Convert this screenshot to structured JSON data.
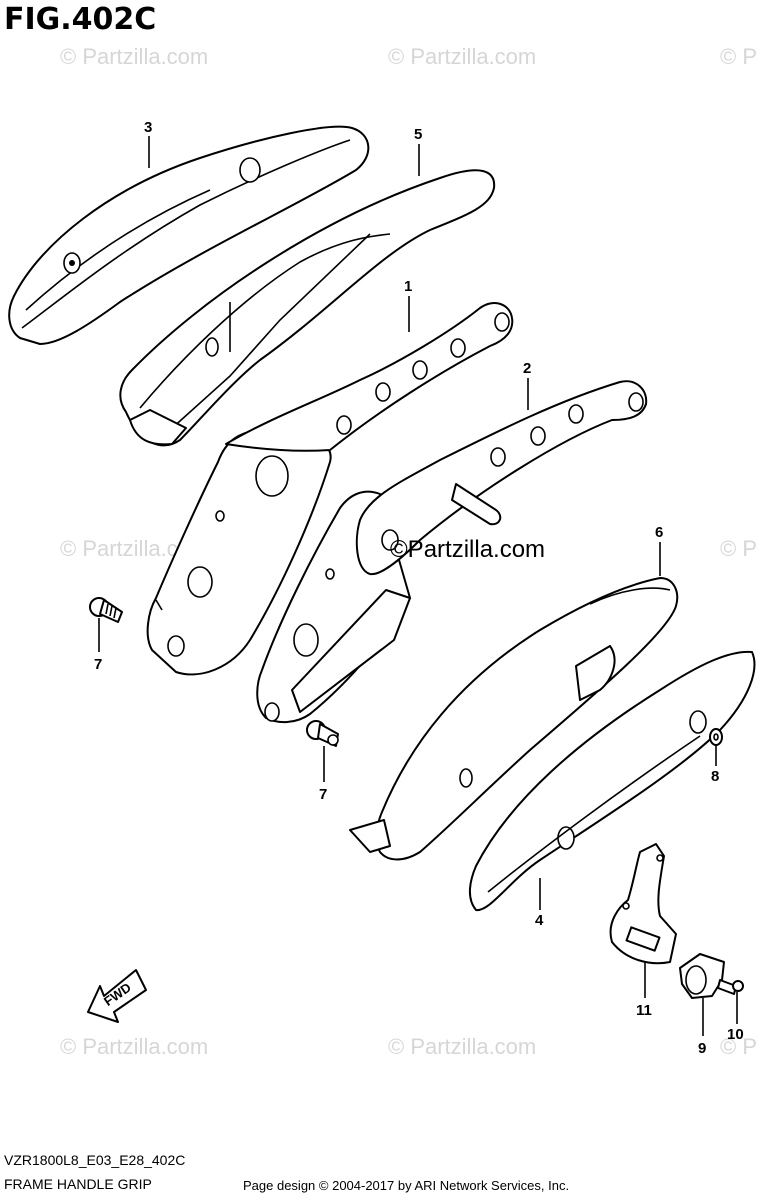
{
  "figure": {
    "title": "FIG.402C",
    "model_code": "VZR1800L8_E03_E28_402C",
    "name": "FRAME HANDLE GRIP",
    "credit": "Page design © 2004-2017 by ARI Network Services, Inc."
  },
  "watermark": {
    "text": "© Partzilla.com",
    "center_text": "©Partzilla.com",
    "edge_text": "© P"
  },
  "callouts": [
    "1",
    "2",
    "3",
    "4",
    "5",
    "6",
    "7",
    "7",
    "8",
    "9",
    "10",
    "11"
  ],
  "fwd_label": "FWD"
}
